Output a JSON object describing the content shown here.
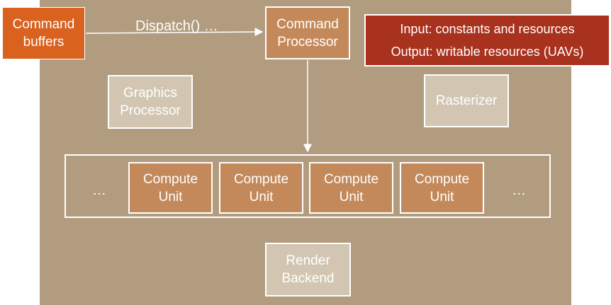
{
  "diagram": {
    "command_buffers": {
      "line1": "Command",
      "line2": "buffers"
    },
    "dispatch_label": "Dispatch() …",
    "command_processor": {
      "line1": "Command",
      "line2": "Processor"
    },
    "io_note": {
      "input": "Input: constants and resources",
      "output": "Output: writable resources (UAVs)"
    },
    "graphics_processor": {
      "line1": "Graphics",
      "line2": "Processor"
    },
    "rasterizer": "Rasterizer",
    "compute_units": [
      {
        "line1": "Compute",
        "line2": "Unit"
      },
      {
        "line1": "Compute",
        "line2": "Unit"
      },
      {
        "line1": "Compute",
        "line2": "Unit"
      },
      {
        "line1": "Compute",
        "line2": "Unit"
      }
    ],
    "ellipsis_left": "…",
    "ellipsis_right": "…",
    "render_backend": {
      "line1": "Render",
      "line2": "Backend"
    }
  },
  "colors": {
    "gpu_background": "#b19c7f",
    "command_buffers": "#d9621f",
    "processor_fill": "#c4895a",
    "io_note_fill": "#a8321d",
    "inactive_fill": "#d2c6b2",
    "line": "#ffffff"
  }
}
